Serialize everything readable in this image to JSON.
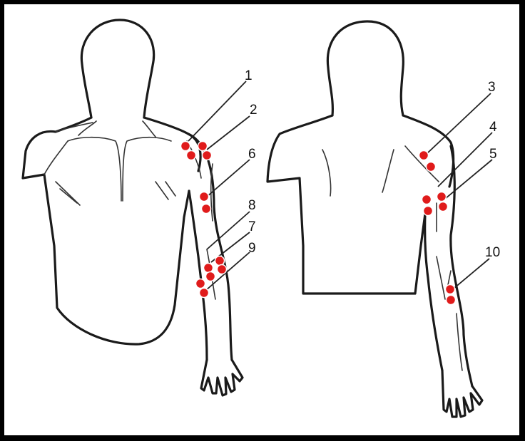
{
  "colors": {
    "point": "#e01b1b",
    "outline": "#1a1a1a",
    "background": "#ffffff",
    "border": "#000000"
  },
  "labels": [
    {
      "id": "1",
      "text": "1"
    },
    {
      "id": "2",
      "text": "2"
    },
    {
      "id": "3",
      "text": "3"
    },
    {
      "id": "4",
      "text": "4"
    },
    {
      "id": "5",
      "text": "5"
    },
    {
      "id": "6",
      "text": "6"
    },
    {
      "id": "7",
      "text": "7"
    },
    {
      "id": "8",
      "text": "8"
    },
    {
      "id": "9",
      "text": "9"
    },
    {
      "id": "10",
      "text": "10"
    }
  ]
}
